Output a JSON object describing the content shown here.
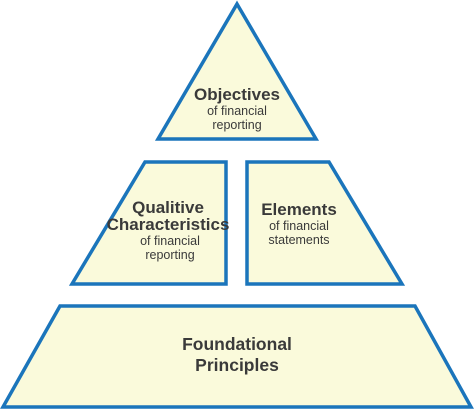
{
  "colors": {
    "fill": "#fafadb",
    "stroke": "#1b75bb",
    "text": "#3a3a3a"
  },
  "pyramid": {
    "top": {
      "title": "Objectives",
      "subtitle_line1": "of financial",
      "subtitle_line2": "reporting"
    },
    "middle_left": {
      "title_line1": "Qualitive",
      "title_line2": "Characteristics",
      "subtitle_line1": "of financial",
      "subtitle_line2": "reporting"
    },
    "middle_right": {
      "title": "Elements",
      "subtitle_line1": "of financial",
      "subtitle_line2": "statements"
    },
    "base": {
      "title_line1": "Foundational",
      "title_line2": "Principles"
    }
  }
}
